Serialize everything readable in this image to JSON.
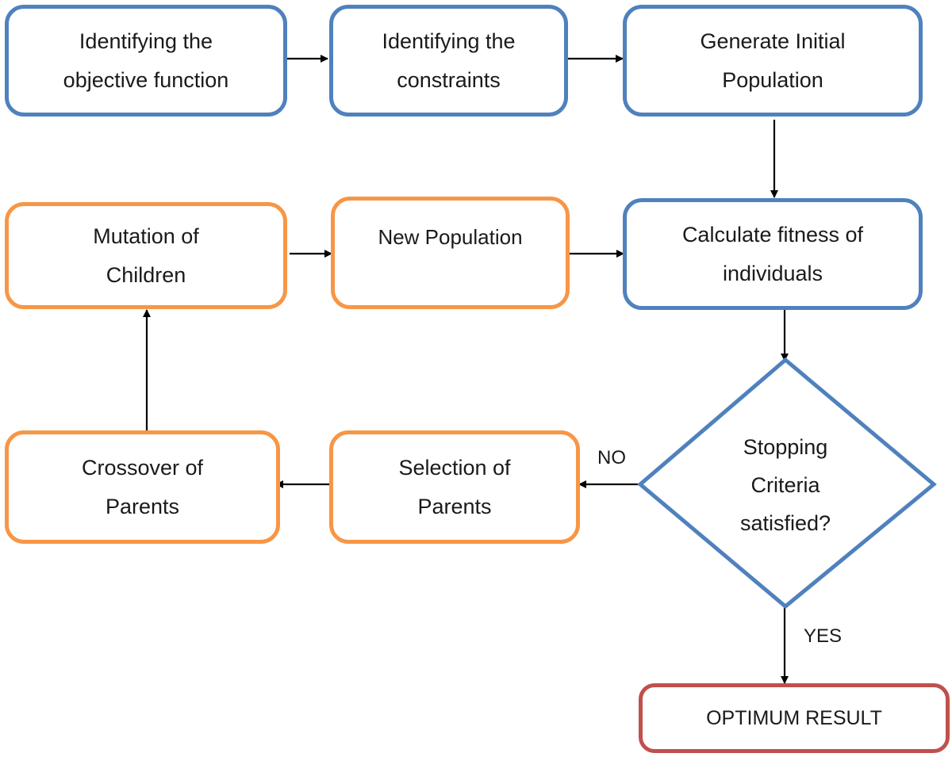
{
  "colors": {
    "process_border": "#4f81bd",
    "loop_border": "#f79646",
    "result_border": "#c0504d",
    "arrow": "#000000"
  },
  "nodes": {
    "objective": "Identifying the\nobjective function",
    "constraints": "Identifying the\nconstraints",
    "initial_population": "Generate Initial\nPopulation",
    "fitness": "Calculate fitness of\nindividuals",
    "stopping": "Stopping\nCriteria\nsatisfied?",
    "selection": "Selection of\nParents",
    "crossover": "Crossover of\nParents",
    "mutation": "Mutation of\nChildren",
    "new_population": "New Population",
    "result": "OPTIMUM RESULT"
  },
  "edge_labels": {
    "no": "NO",
    "yes": "YES"
  }
}
